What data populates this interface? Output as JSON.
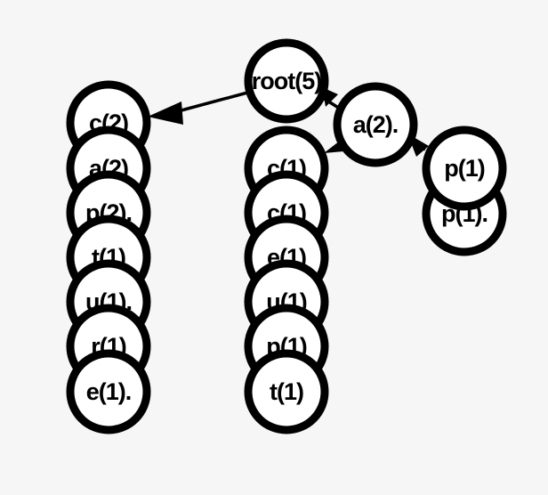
{
  "colors": {
    "background": "#f6f6f6",
    "node_fill": "#ffffff",
    "stroke": "#000000",
    "text": "#000000"
  },
  "nodes": {
    "root": "root(5)",
    "left_column": [
      "c(2)",
      "a(2)",
      "p(2).",
      "t(1)",
      "u(1).",
      "r(1)",
      "e(1)."
    ],
    "middle_a": "a(2).",
    "middle_column": [
      "c(1)",
      "c(1)",
      "e(1)",
      "u(1)",
      "p(1)",
      "t(1)"
    ],
    "right_column": [
      "p(1)",
      "p(1)."
    ]
  }
}
